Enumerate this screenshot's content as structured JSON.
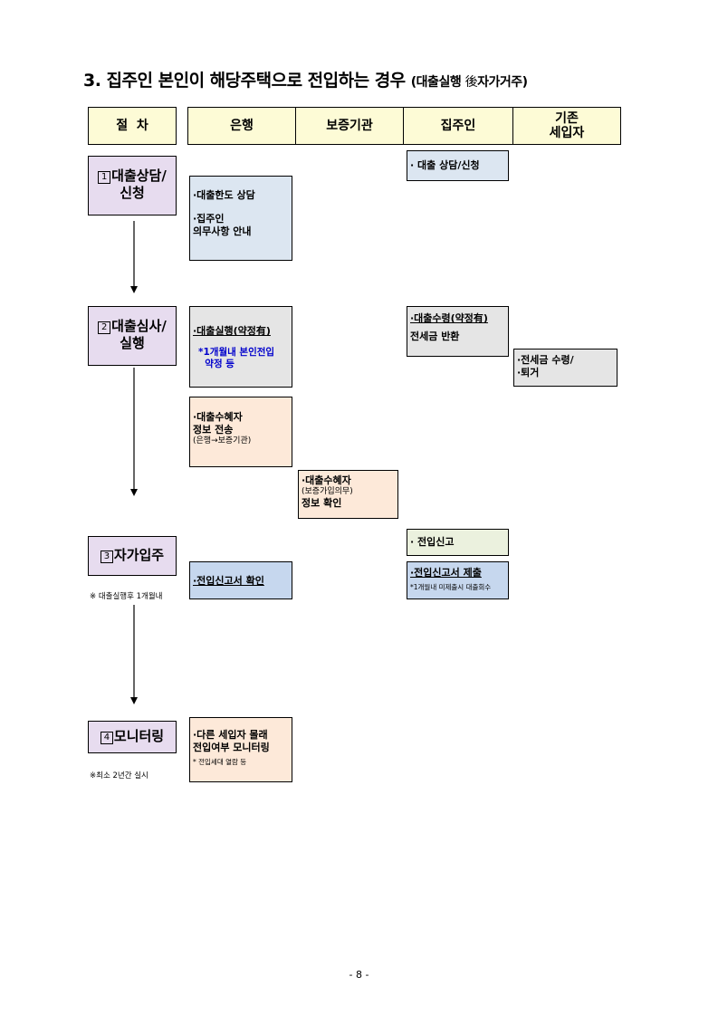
{
  "title": {
    "main": "3. 집주인 본인이 해당주택으로 전입하는 경우",
    "bracket": "(대출실행 ",
    "after": "後",
    "tail": "자가거주)"
  },
  "headers": {
    "procedure": "절  차",
    "bank": "은행",
    "guarantor": "보증기관",
    "landlord": "집주인",
    "tenant": "기존\n세입자"
  },
  "steps": [
    {
      "num": "1",
      "label": "대출상담/\n신청",
      "remark": ""
    },
    {
      "num": "2",
      "label": "대출심사/\n실행",
      "remark": ""
    },
    {
      "num": "3",
      "label": "자가입주",
      "remark": "※ 대출실행후 1개월내"
    },
    {
      "num": "4",
      "label": "모니터링",
      "remark": "※최소 2년간 실시"
    }
  ],
  "boxes": {
    "landlord_apply": "· 대출 상담/신청",
    "bank_consult_1": "·대출한도 상담",
    "bank_consult_2": "·집주인\n의무사항 안내",
    "bank_exec": "·대출실행(약정有)",
    "bank_exec_note": "*1개월내 본인전입\n  약정 등",
    "landlord_receive": "·대출수령(약정有)",
    "landlord_return": "전세금 반환",
    "tenant_receive": "·전세금 수령/\n·퇴거",
    "bank_info_1": "·대출수혜자\n정보 전송",
    "bank_info_sub": "(은행→보증기관)",
    "guar_check_1": "·대출수혜자",
    "guar_check_sub": "(보증가입의무)",
    "guar_check_2": "정보 확인",
    "landlord_move": "· 전입신고",
    "landlord_submit": "·전입신고서 제출",
    "landlord_submit_note": "*1개월내 미제출시 대출회수",
    "bank_confirm": "·전입신고서 확인",
    "bank_monitor": "·다른 세입자 몰래\n전입여부 모니터링",
    "bank_monitor_note": "* 전입세대 열람 등"
  },
  "page_number": "- 8 -"
}
